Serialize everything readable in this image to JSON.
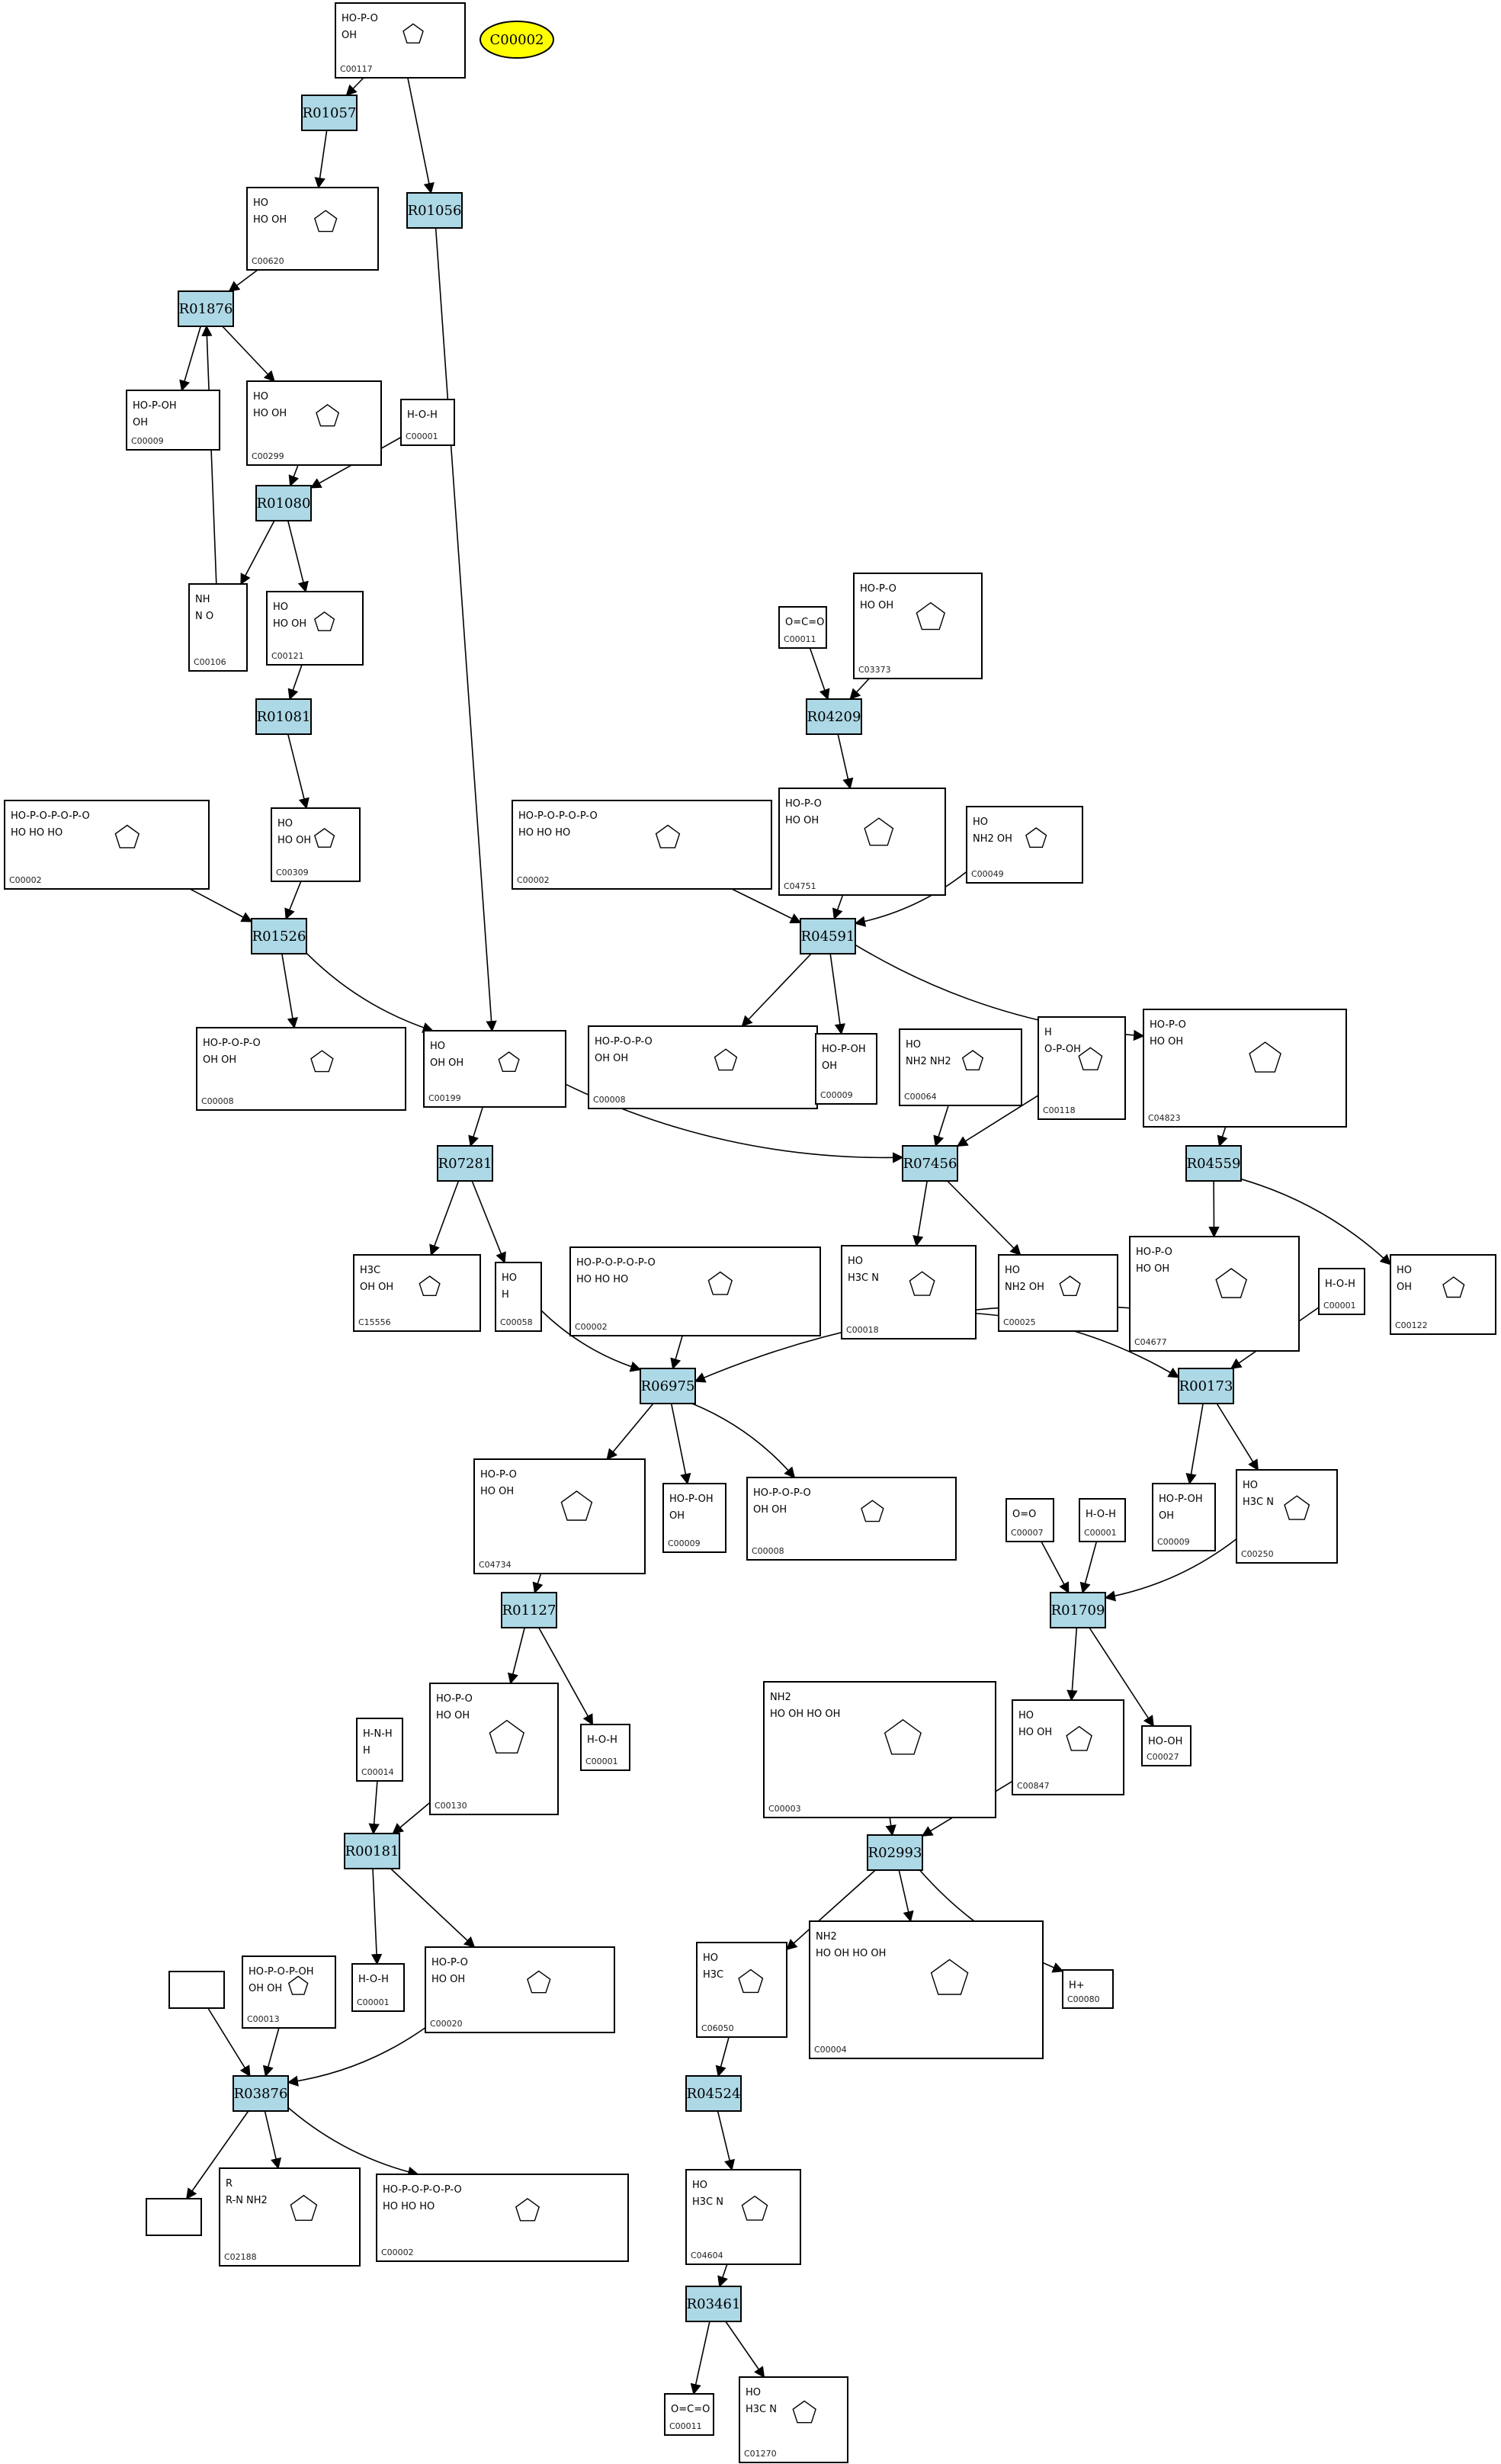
{
  "highlight": {
    "label": "C00002",
    "color": "#ffff00"
  },
  "reaction_color": "#add8e6",
  "reactions": [
    {
      "id": "R01057"
    },
    {
      "id": "R01056"
    },
    {
      "id": "R01876"
    },
    {
      "id": "R01080"
    },
    {
      "id": "R01081"
    },
    {
      "id": "R04209"
    },
    {
      "id": "R01526"
    },
    {
      "id": "R04591"
    },
    {
      "id": "R07281"
    },
    {
      "id": "R07456"
    },
    {
      "id": "R04559"
    },
    {
      "id": "R06975"
    },
    {
      "id": "R00173"
    },
    {
      "id": "R01127"
    },
    {
      "id": "R01709"
    },
    {
      "id": "R00181"
    },
    {
      "id": "R02993"
    },
    {
      "id": "R03876"
    },
    {
      "id": "R04524"
    },
    {
      "id": "R03461"
    }
  ],
  "compounds": [
    {
      "key": "c00117",
      "id": "C00117",
      "lines": [
        "HO-P-O",
        "OH"
      ]
    },
    {
      "key": "c00620",
      "id": "C00620",
      "lines": [
        "HO",
        "HO  OH"
      ]
    },
    {
      "key": "c00009a",
      "id": "C00009",
      "lines": [
        "HO-P-OH",
        "OH"
      ]
    },
    {
      "key": "c00299",
      "id": "C00299",
      "lines": [
        "HO",
        "HO  OH"
      ]
    },
    {
      "key": "c00001a",
      "id": "C00001",
      "lines": [
        "H-O-H"
      ]
    },
    {
      "key": "c00106",
      "id": "C00106",
      "lines": [
        "NH",
        "N  O"
      ]
    },
    {
      "key": "c00121",
      "id": "C00121",
      "lines": [
        "HO",
        "HO  OH"
      ]
    },
    {
      "key": "c00011a",
      "id": "C00011",
      "lines": [
        "O=C=O"
      ]
    },
    {
      "key": "c03373",
      "id": "C03373",
      "lines": [
        "HO-P-O",
        "HO  OH"
      ]
    },
    {
      "key": "c00002a",
      "id": "C00002",
      "lines": [
        "HO-P-O-P-O-P-O",
        "HO  HO  HO"
      ]
    },
    {
      "key": "c00309",
      "id": "C00309",
      "lines": [
        "HO",
        "HO  OH"
      ]
    },
    {
      "key": "c00002b",
      "id": "C00002",
      "lines": [
        "HO-P-O-P-O-P-O",
        "HO  HO  HO"
      ]
    },
    {
      "key": "c04751",
      "id": "C04751",
      "lines": [
        "HO-P-O",
        "HO  OH"
      ]
    },
    {
      "key": "c00049",
      "id": "C00049",
      "lines": [
        "HO",
        "NH2  OH"
      ]
    },
    {
      "key": "c00008a",
      "id": "C00008",
      "lines": [
        "HO-P-O-P-O",
        "OH  OH"
      ]
    },
    {
      "key": "c00199",
      "id": "C00199",
      "lines": [
        "HO",
        "OH  OH"
      ]
    },
    {
      "key": "c00008b",
      "id": "C00008",
      "lines": [
        "HO-P-O-P-O",
        "OH  OH"
      ]
    },
    {
      "key": "c00009b",
      "id": "C00009",
      "lines": [
        "HO-P-OH",
        "OH"
      ]
    },
    {
      "key": "c00064",
      "id": "C00064",
      "lines": [
        "HO",
        "NH2  NH2"
      ]
    },
    {
      "key": "c00118",
      "id": "C00118",
      "lines": [
        "H",
        "O-P-OH"
      ]
    },
    {
      "key": "c04823",
      "id": "C04823",
      "lines": [
        "HO-P-O",
        "HO  OH"
      ]
    },
    {
      "key": "c15556",
      "id": "C15556",
      "lines": [
        "H3C",
        "OH  OH"
      ]
    },
    {
      "key": "c00058",
      "id": "C00058",
      "lines": [
        "HO",
        "H"
      ]
    },
    {
      "key": "c00002c",
      "id": "C00002",
      "lines": [
        "HO-P-O-P-O-P-O",
        "HO  HO  HO"
      ]
    },
    {
      "key": "c00018",
      "id": "C00018",
      "lines": [
        "HO",
        "H3C  N"
      ]
    },
    {
      "key": "c00025",
      "id": "C00025",
      "lines": [
        "HO",
        "NH2  OH"
      ]
    },
    {
      "key": "c04677",
      "id": "C04677",
      "lines": [
        "HO-P-O",
        "HO  OH"
      ]
    },
    {
      "key": "c00001b",
      "id": "C00001",
      "lines": [
        "H-O-H"
      ]
    },
    {
      "key": "c00122",
      "id": "C00122",
      "lines": [
        "HO",
        "OH"
      ]
    },
    {
      "key": "c04734",
      "id": "C04734",
      "lines": [
        "HO-P-O",
        "HO  OH"
      ]
    },
    {
      "key": "c00009c",
      "id": "C00009",
      "lines": [
        "HO-P-OH",
        "OH"
      ]
    },
    {
      "key": "c00008c",
      "id": "C00008",
      "lines": [
        "HO-P-O-P-O",
        "OH  OH"
      ]
    },
    {
      "key": "c00009d",
      "id": "C00009",
      "lines": [
        "HO-P-OH",
        "OH"
      ]
    },
    {
      "key": "c00250",
      "id": "C00250",
      "lines": [
        "HO",
        "H3C  N"
      ]
    },
    {
      "key": "c00007",
      "id": "C00007",
      "lines": [
        "O=O"
      ]
    },
    {
      "key": "c00001c",
      "id": "C00001",
      "lines": [
        "H-O-H"
      ]
    },
    {
      "key": "c00130",
      "id": "C00130",
      "lines": [
        "HO-P-O",
        "HO  OH"
      ]
    },
    {
      "key": "c00014",
      "id": "C00014",
      "lines": [
        "H-N-H",
        "H"
      ]
    },
    {
      "key": "c00001d",
      "id": "C00001",
      "lines": [
        "H-O-H"
      ]
    },
    {
      "key": "c00003",
      "id": "C00003",
      "lines": [
        "NH2",
        "HO  OH   HO  OH"
      ]
    },
    {
      "key": "c00847",
      "id": "C00847",
      "lines": [
        "HO",
        "HO  OH"
      ]
    },
    {
      "key": "c00027",
      "id": "C00027",
      "lines": [
        "HO-OH"
      ]
    },
    {
      "key": "c00013",
      "id": "C00013",
      "lines": [
        "HO-P-O-P-OH",
        "OH  OH"
      ]
    },
    {
      "key": "c00001e",
      "id": "C00001",
      "lines": [
        "H-O-H"
      ]
    },
    {
      "key": "c00020",
      "id": "C00020",
      "lines": [
        "HO-P-O",
        "HO  OH"
      ]
    },
    {
      "key": "c06050",
      "id": "C06050",
      "lines": [
        "HO",
        "H3C"
      ]
    },
    {
      "key": "c00004",
      "id": "C00004",
      "lines": [
        "NH2",
        "HO  OH   HO  OH"
      ]
    },
    {
      "key": "c00080",
      "id": "C00080",
      "lines": [
        "H+"
      ]
    },
    {
      "key": "c02188",
      "id": "C02188",
      "lines": [
        "R",
        "R-N  NH2"
      ]
    },
    {
      "key": "c00002d",
      "id": "C00002",
      "lines": [
        "HO-P-O-P-O-P-O",
        "HO  HO  HO"
      ]
    },
    {
      "key": "c04604",
      "id": "C04604",
      "lines": [
        "HO",
        "H3C  N"
      ]
    },
    {
      "key": "c00011b",
      "id": "C00011",
      "lines": [
        "O=C=O"
      ]
    },
    {
      "key": "c01270",
      "id": "C01270",
      "lines": [
        "HO",
        "H3C  N"
      ]
    },
    {
      "key": "blank1",
      "id": "",
      "lines": []
    },
    {
      "key": "blank2",
      "id": "",
      "lines": []
    }
  ]
}
